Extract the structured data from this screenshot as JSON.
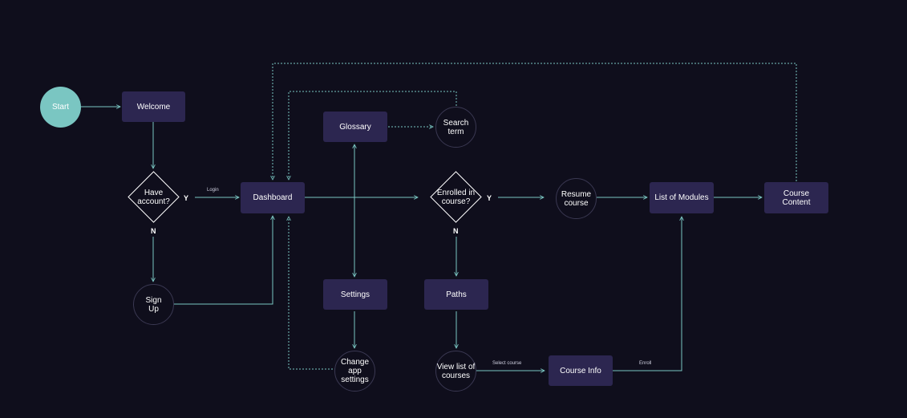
{
  "nodes": {
    "start": "Start",
    "welcome": "Welcome",
    "have_account": "Have\naccount?",
    "dashboard": "Dashboard",
    "sign_up": "Sign\nUp",
    "glossary": "Glossary",
    "search_term": "Search\nterm",
    "settings": "Settings",
    "change_app_settings": "Change app\nsettings",
    "enrolled_in_course": "Enrolled in\ncourse?",
    "paths": "Paths",
    "view_list_of_courses": "View list of\ncourses",
    "course_info": "Course Info",
    "resume_course": "Resume\ncourse",
    "list_of_modules": "List of Modules",
    "course_content": "Course\nContent"
  },
  "branch_labels": {
    "have_account_yes": "Y",
    "have_account_no": "N",
    "enrolled_yes": "Y",
    "enrolled_no": "N"
  },
  "edge_labels": {
    "login": "Login",
    "select_course": "Select course",
    "enroll": "Enroll"
  },
  "colors": {
    "background": "#0f0e1c",
    "node_fill": "#2c2650",
    "start_fill": "#7ac6c2",
    "edge": "#7ac6c2",
    "circle_border": "#3a3852"
  }
}
